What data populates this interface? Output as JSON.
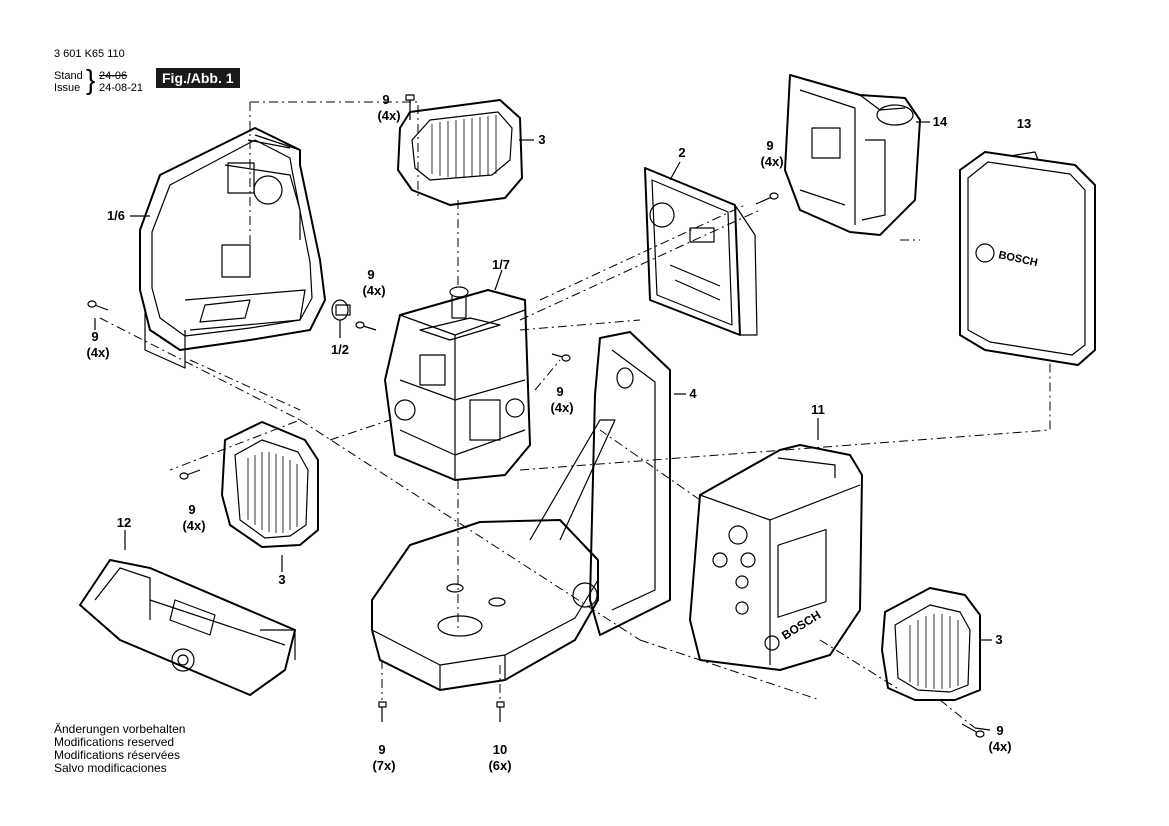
{
  "header": {
    "part_number": "3 601 K65 110",
    "stand_label": "Stand",
    "issue_label": "Issue",
    "stand_date": "24-06",
    "issue_date": "24-08-21",
    "figure_label": "Fig./Abb. 1"
  },
  "notes": [
    "Änderungen vorbehalten",
    "Modifications reserved",
    "Modifications réservées",
    "Salvo modificaciones"
  ],
  "brand_text": "BOSCH",
  "callouts": {
    "c9a_num": "9",
    "c9a_qty": "(4x)",
    "c3a": "3",
    "c2": "2",
    "c9b_num": "9",
    "c9b_qty": "(4x)",
    "c14": "14",
    "c13": "13",
    "c16": "1/6",
    "c17": "1/7",
    "c9c_num": "9",
    "c9c_qty": "(4x)",
    "c9d_num": "9",
    "c9d_qty": "(4x)",
    "c12part": "1/2",
    "c9e_num": "9",
    "c9e_qty": "(4x)",
    "c4": "4",
    "c11": "11",
    "c9f_num": "9",
    "c9f_qty": "(4x)",
    "c3b": "3",
    "c12": "12",
    "c3c": "3",
    "c9g_num": "9",
    "c9g_qty": "(7x)",
    "c10_num": "10",
    "c10_qty": "(6x)",
    "c9h_num": "9",
    "c9h_qty": "(4x)"
  }
}
